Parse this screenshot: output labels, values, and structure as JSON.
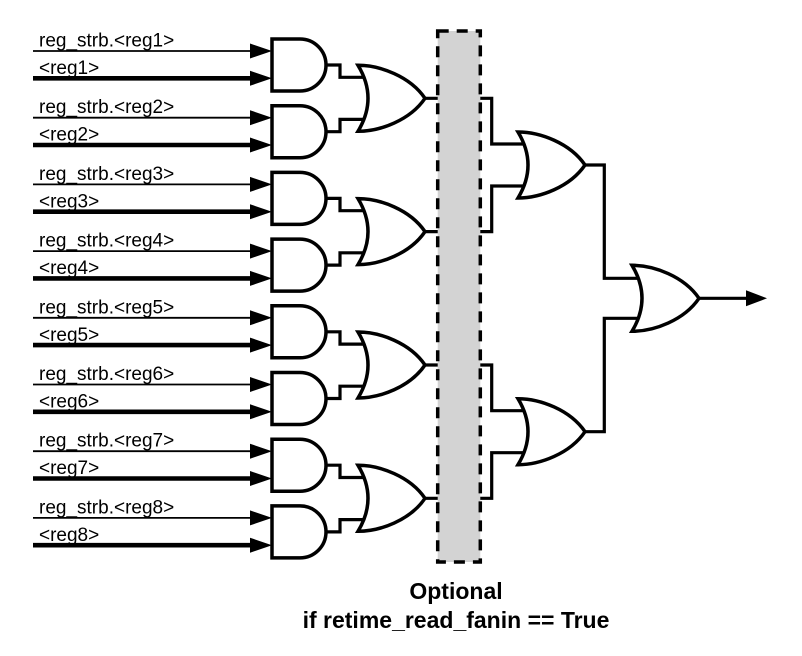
{
  "rows": [
    {
      "strobe": "reg_strb.<reg1>",
      "reg": "<reg1>"
    },
    {
      "strobe": "reg_strb.<reg2>",
      "reg": "<reg2>"
    },
    {
      "strobe": "reg_strb.<reg3>",
      "reg": "<reg3>"
    },
    {
      "strobe": "reg_strb.<reg4>",
      "reg": "<reg4>"
    },
    {
      "strobe": "reg_strb.<reg5>",
      "reg": "<reg5>"
    },
    {
      "strobe": "reg_strb.<reg6>",
      "reg": "<reg6>"
    },
    {
      "strobe": "reg_strb.<reg7>",
      "reg": "<reg7>"
    },
    {
      "strobe": "reg_strb.<reg8>",
      "reg": "<reg8>"
    }
  ],
  "caption": {
    "line1": "Optional",
    "line2": "if retime_read_fanin == True"
  },
  "colors": {
    "wire": "#000000",
    "gate_fill": "#ffffff",
    "optional_fill": "#d3d3d3",
    "text": "#000000"
  }
}
